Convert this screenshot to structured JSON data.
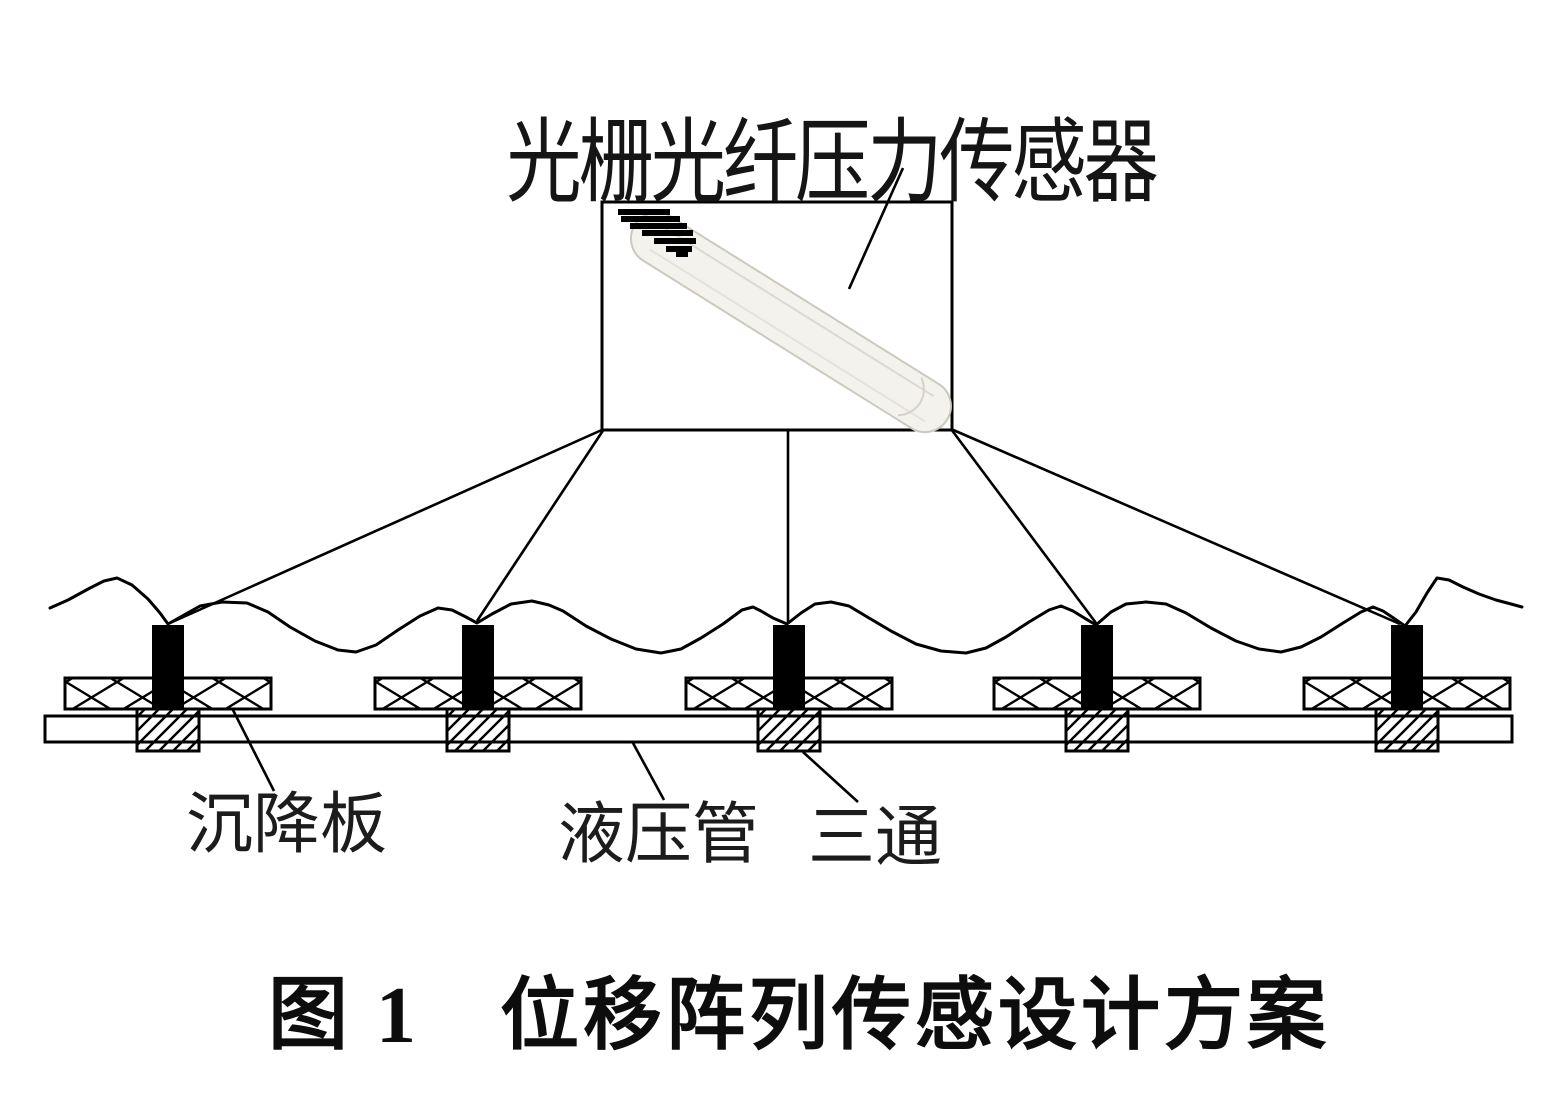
{
  "figure": {
    "background_color": "#ffffff",
    "line_color": "#000000",
    "sensor_box": {
      "label": "光栅光纤压力传感器",
      "photo_subject": "fbg-pressure-sensor-probe"
    },
    "component_labels": {
      "settlement_plate": "沉降板",
      "hydraulic_pipe": "液压管",
      "tee_joint": "三通"
    },
    "sensor_units": {
      "count": 5
    },
    "caption": {
      "figure_label": "图",
      "figure_number": "1",
      "title": "位移阵列传感设计方案"
    }
  }
}
